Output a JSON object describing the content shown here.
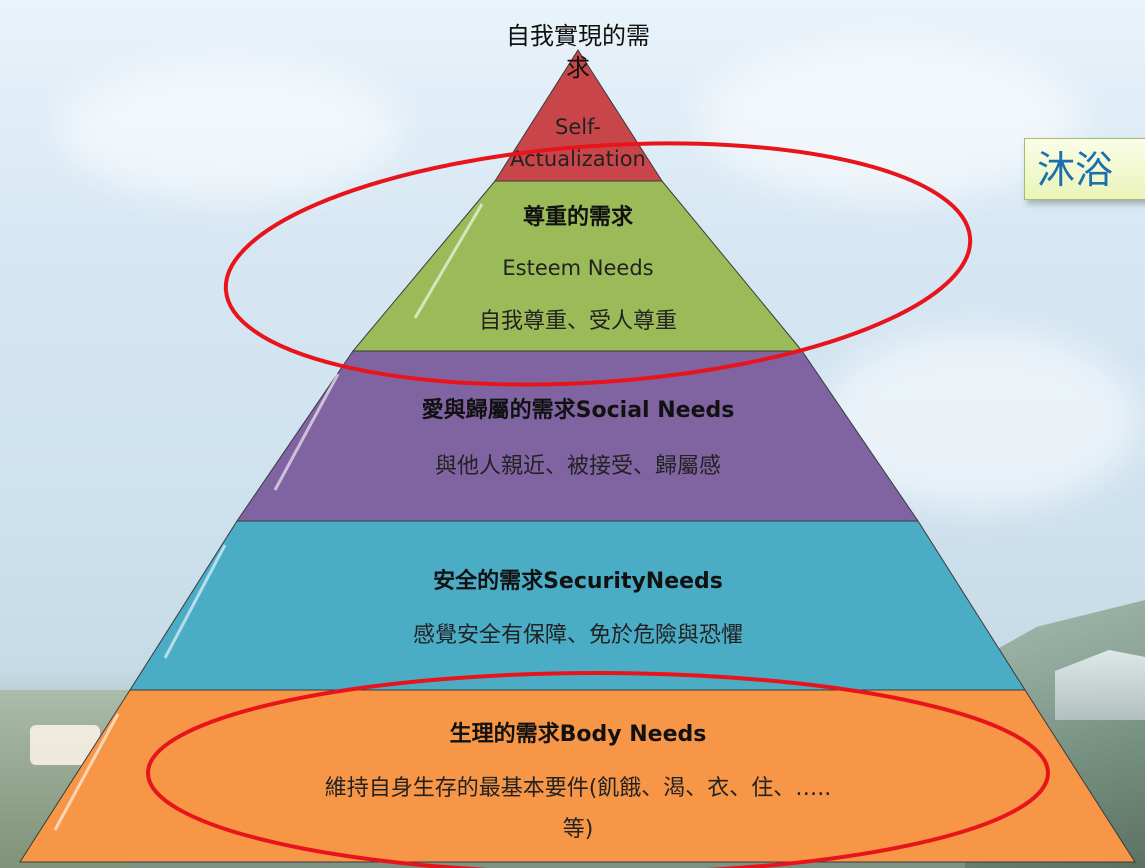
{
  "callout_text": "沐浴",
  "pyramid": {
    "top": {
      "title_line1": "自我實現的需",
      "title_line2": "求",
      "en_line1": "Self-",
      "en_line2": "Actualization",
      "color": "#c8464a"
    },
    "esteem": {
      "title": "尊重的需求",
      "en": "Esteem Needs",
      "desc": "自我尊重、受人尊重",
      "color": "#9bbb59"
    },
    "social": {
      "title": "愛與歸屬的需求Social Needs",
      "desc": "與他人親近、被接受、歸屬感",
      "color": "#8064a2"
    },
    "security": {
      "title": "安全的需求SecurityNeeds",
      "desc": "感覺安全有保障、免於危險與恐懼",
      "color": "#4bacc6"
    },
    "body": {
      "title": "生理的需求Body Needs",
      "desc_line1": "維持自身生存的最基本要件(飢餓、渴、衣、住、…..",
      "desc_line2": "等)",
      "color": "#f79646"
    }
  },
  "annotations": {
    "ellipse_color": "#e8141c"
  }
}
